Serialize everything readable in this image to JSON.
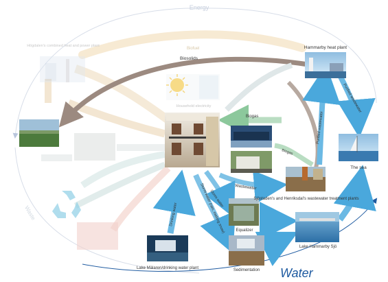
{
  "cycles": {
    "energy": "Energy",
    "waste": "Waste",
    "water": "Water"
  },
  "nodes": {
    "hogdalen": "Högdalen's combined heat and power plant",
    "hammarby_heat": "Hammarby heat plant",
    "household": "Household electricity",
    "sjostaden": "Sjöstaden's and Henriksdal's wastewater treatment plants",
    "sea": "The sea",
    "equalizer": "Equalizer",
    "sedimentation": "Sedimentation",
    "lake_sjo": "Lake Hammarby Sjö",
    "malaren": "Lake Mälaren/drinking water plant"
  },
  "flows": {
    "biofuel": "Biofuel",
    "biosolids": "Biosolids",
    "biogas_1": "Biogas",
    "biogas_2": "Biogas",
    "wastewater": "Wastewater",
    "purified_wastewater": "Purified wastewater",
    "purified_wastewater_2": "Purified wastewater",
    "storm_water": "Storm water",
    "drinking_water": "Drinking water",
    "storm_water_2": "Storm water (rain, melting snow)"
  },
  "colors": {
    "water": "#4aa8dc",
    "water_light": "#9fd3f0",
    "biosolids": "#9c8a80",
    "biogas": "#8cc89c",
    "energy_faded": "#f4e3c8",
    "waste_faded": "#e6eaea"
  },
  "icons": [
    "sun-icon",
    "recycle-icon"
  ]
}
